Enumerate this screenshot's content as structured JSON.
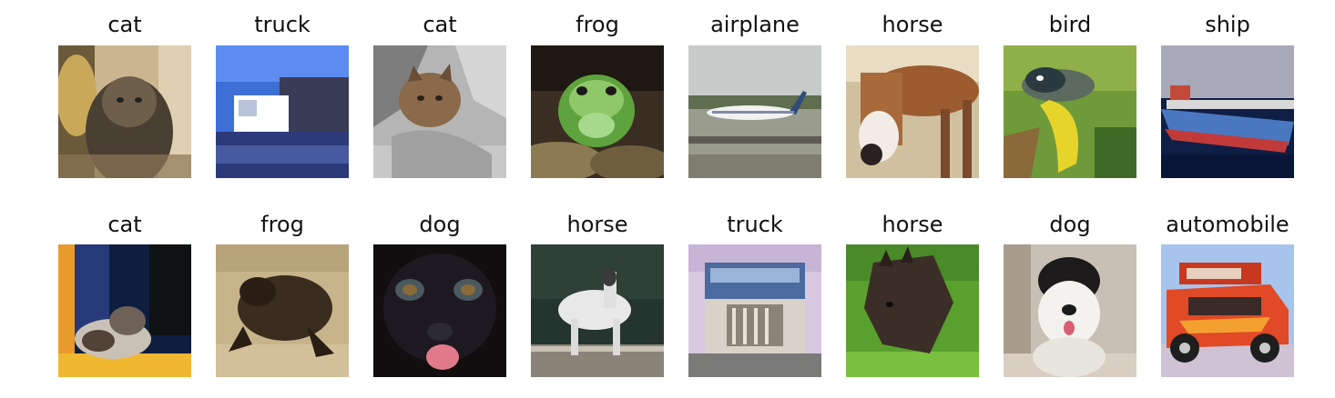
{
  "grid": {
    "rows": [
      {
        "cells": [
          {
            "label": "cat"
          },
          {
            "label": "truck"
          },
          {
            "label": "cat"
          },
          {
            "label": "frog"
          },
          {
            "label": "airplane"
          },
          {
            "label": "horse"
          },
          {
            "label": "bird"
          },
          {
            "label": "ship"
          }
        ]
      },
      {
        "cells": [
          {
            "label": "cat"
          },
          {
            "label": "frog"
          },
          {
            "label": "dog"
          },
          {
            "label": "horse"
          },
          {
            "label": "truck"
          },
          {
            "label": "horse"
          },
          {
            "label": "dog"
          },
          {
            "label": "automobile"
          }
        ]
      }
    ]
  }
}
